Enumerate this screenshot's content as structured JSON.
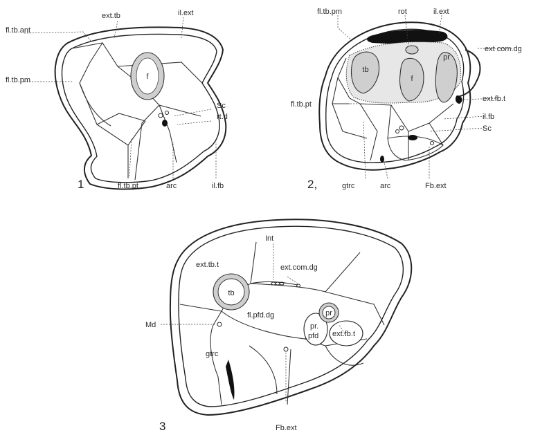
{
  "figures": [
    {
      "number": "1",
      "labels": {
        "fl_tb_ant": "fl.tb.ant",
        "ext_tb": "ext.tb",
        "il_ext": "il.ext",
        "fl_tb_pm": "fl.tb.pm",
        "f": "f",
        "sc": "Sc",
        "rt_d": "rt.d",
        "fl_tb_pt": "fl.tb.pt",
        "arc": "arc",
        "il_fb": "il.fb"
      }
    },
    {
      "number": "2,",
      "labels": {
        "fl_tb_pm": "fl.tb.pm",
        "rot": "rot",
        "il_ext": "il.ext",
        "ext_com_dg": "ext com.dg",
        "tb": "tb",
        "f": "f",
        "pr": "pr",
        "fl_tb_pt": "fl.tb.pt",
        "ext_fb_t": "ext.fb.t",
        "il_fb": "il.fb",
        "sc": "Sc",
        "gtrc": "gtrc",
        "arc": "arc",
        "fb_ext": "Fb.ext"
      }
    },
    {
      "number": "3",
      "labels": {
        "int": "Int",
        "ext_tb_t": "ext.tb.t",
        "ext_com_dg": "ext.com.dg",
        "tb": "tb",
        "md": "Md",
        "fl_pfd_dg": "fl.pfd.dg",
        "pr": "pr",
        "pr_pfd_1": "pr.",
        "pr_pfd_2": "pfd",
        "ext_fb_t": "ext.fb.t",
        "gtrc": "gtrc",
        "fb_ext": "Fb.ext"
      }
    }
  ]
}
